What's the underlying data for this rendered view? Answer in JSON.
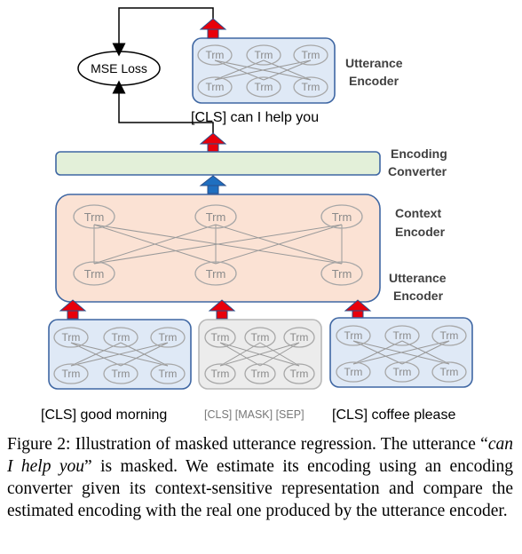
{
  "labels": {
    "mse_loss": "MSE Loss",
    "utterance_encoder_top_1": "Utterance",
    "utterance_encoder_top_2": "Encoder",
    "encoding_converter_1": "Encoding",
    "encoding_converter_2": "Converter",
    "context_encoder_1": "Context",
    "context_encoder_2": "Encoder",
    "utterance_encoder_mid_1": "Utterance",
    "utterance_encoder_mid_2": "Encoder",
    "trm": "Trm"
  },
  "sequences": {
    "top": "[CLS] can I help you",
    "left": "[CLS] good morning",
    "middle": "[CLS] [MASK] [SEP]",
    "right": "[CLS] coffee please"
  },
  "caption": {
    "part1": "Figure 2: Illustration of masked utterance regression. The utterance “",
    "italic": "can I help you",
    "part2": "” is masked. We estimate its encoding using an encoding converter given its context-sensitive representation and compare the estimated encoding with the real one produced by the utterance encoder."
  },
  "colors": {
    "utterance_box": "#dfe9f6",
    "masked_box": "#ececec",
    "context_box": "#fbe2d4",
    "converter_box": "#e3f0d9",
    "border": "#3f67a3",
    "arrow_red": "#e8000b",
    "arrow_blue": "#1f6fc0"
  }
}
